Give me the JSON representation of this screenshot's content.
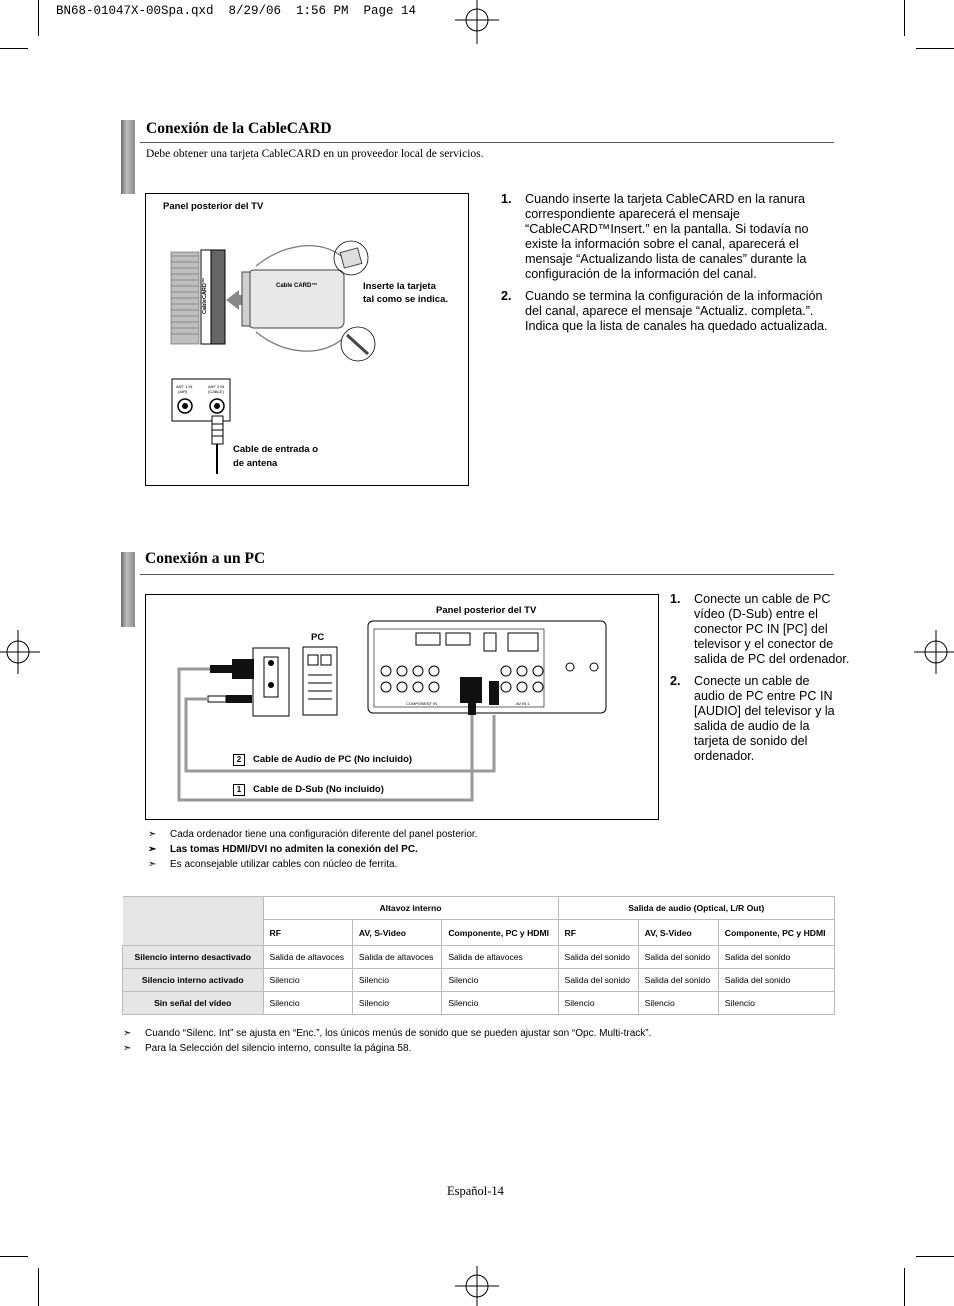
{
  "print_header": "BN68-01047X-00Spa.qxd  8/29/06  1:56 PM  Page 14",
  "cablecard": {
    "title": "Conexión de la CableCARD",
    "subtitle": "Debe obtener una tarjeta CableCARD en un proveedor local de servicios.",
    "figure": {
      "panel_label": "Panel posterior del TV",
      "card_label": "Cable CARD™",
      "slot_label": "CableCARD™",
      "insert_label_1": "Inserte la tarjeta",
      "insert_label_2": "tal como se indica.",
      "ant1_label": "ANT 1 IN (AIR)",
      "ant2_label": "ANT 2 IN (CABLE)",
      "cable_label_1": "Cable de entrada o",
      "cable_label_2": "de antena"
    },
    "steps": [
      {
        "num": "1.",
        "lines": [
          "Cuando inserte la tarjeta CableCARD en la ranura",
          "correspondiente aparecerá el mensaje",
          "“CableCARD™Insert.” en la pantalla. Si todavía no",
          "existe la información sobre el canal, aparecerá el",
          "mensaje “Actualizando lista de canales” durante la",
          "configuración de la información del canal."
        ]
      },
      {
        "num": "2.",
        "lines": [
          "Cuando se termina la configuración de la información",
          "del canal, aparece el mensaje “Actualiz. completa.”.",
          "Indica que la lista de canales ha quedado actualizada."
        ]
      }
    ]
  },
  "pc": {
    "title": "Conexión a un PC",
    "figure": {
      "panel_label": "Panel posterior del TV",
      "pc_label": "PC",
      "cable2_num": "2",
      "cable2_label": "Cable de Audio de PC (No incluido)",
      "cable1_num": "1",
      "cable1_label": "Cable de D-Sub (No incluido)",
      "component_label": "COMPONENT IN",
      "av_label": "AV IN 1"
    },
    "steps": [
      {
        "num": "1.",
        "lines": [
          "Conecte un cable de PC",
          "vídeo (D-Sub) entre el",
          "conector PC IN [PC] del",
          "televisor y el conector de",
          "salida de PC del ordenador."
        ]
      },
      {
        "num": "2.",
        "lines": [
          "Conecte un cable de",
          "audio de PC entre PC IN",
          "[AUDIO] del televisor y la",
          "salida de audio de la",
          "tarjeta de sonido del",
          "ordenador."
        ]
      }
    ],
    "notes": [
      {
        "text": "Cada ordenador tiene una configuración diferente del panel posterior.",
        "bold": false
      },
      {
        "text": "Las tomas HDMI/DVI no admiten la conexión del PC.",
        "bold": true
      },
      {
        "text": "Es aconsejable utilizar cables con núcleo de ferrita.",
        "bold": false
      }
    ]
  },
  "table": {
    "group_headers": [
      "Altavoz interno",
      "Salida de audio (Optical, L/R Out)"
    ],
    "col_headers": [
      "RF",
      "AV, S-Video",
      "Componente, PC y HDMI",
      "RF",
      "AV, S-Video",
      "Componente, PC y HDMI"
    ],
    "rows": [
      {
        "label": "Silencio interno desactivado",
        "cells": [
          "Salida de altavoces",
          "Salida de altavoces",
          "Salida de altavoces",
          "Salida del sonido",
          "Salida del sonido",
          "Salida del sonido"
        ]
      },
      {
        "label": "Silencio interno activado",
        "cells": [
          "Silencio",
          "Silencio",
          "Silencio",
          "Salida del sonido",
          "Salida del sonido",
          "Salida del sonido"
        ]
      },
      {
        "label": "Sin señal del vídeo",
        "cells": [
          "Silencio",
          "Silencio",
          "Silencio",
          "Silencio",
          "Silencio",
          "Silencio"
        ]
      }
    ]
  },
  "footer_notes": [
    "Cuando “Silenc. Int” se ajusta en “Enc.”, los únicos menús de sonido que se pueden ajustar son “Opc. Multi-track”.",
    "Para la  Selección del silencio interno, consulte la página 58."
  ],
  "arrow_symbol": "➣",
  "page_number": "Español-14"
}
